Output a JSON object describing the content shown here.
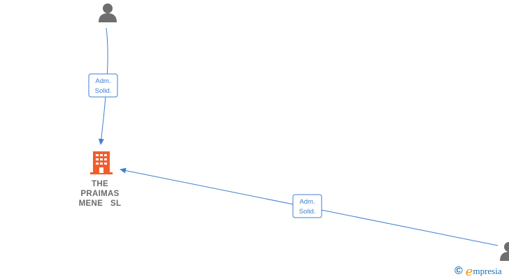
{
  "diagram": {
    "company": {
      "name_lines": [
        "THE",
        "PRAIMAS",
        "MENE  SL"
      ],
      "icon": "building-icon",
      "color": "#f45c2c"
    },
    "persons": [
      {
        "id": "person-top",
        "icon": "person-icon",
        "color": "#6e6e6e"
      },
      {
        "id": "person-bottom-right",
        "icon": "person-icon",
        "color": "#6e6e6e"
      }
    ],
    "edges": [
      {
        "from": "person-top",
        "to": "company",
        "label_lines": [
          "Adm.",
          "Solid."
        ]
      },
      {
        "from": "person-bottom-right",
        "to": "company",
        "label_lines": [
          "Adm.",
          "Solid."
        ]
      }
    ],
    "edge_color": "#3f7fcf"
  },
  "watermark": {
    "copyright": "©",
    "brand_initial": "e",
    "brand_rest": "mpresia"
  }
}
